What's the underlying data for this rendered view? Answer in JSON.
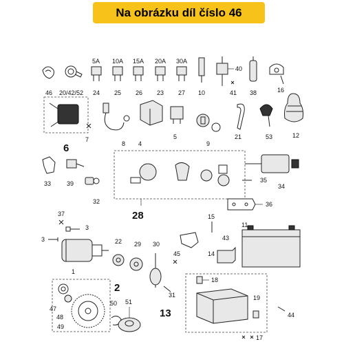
{
  "banner": {
    "title": "Na obrázku díl číslo 46",
    "color": "#f7c21a"
  },
  "fuses": {
    "f24": "5A",
    "f25": "10A",
    "f26": "15A",
    "f23": "20A",
    "f27": "30A"
  },
  "labels": {
    "p46": "46",
    "p20": "20/42/52",
    "p24": "24",
    "p25": "25",
    "p26": "26",
    "p23": "23",
    "p27": "27",
    "p10": "10",
    "p40": "40",
    "p41": "41",
    "p38": "38",
    "p16": "16",
    "p6": "6",
    "p7": "7",
    "p8": "8",
    "p4": "4",
    "p5": "5",
    "p9": "9",
    "p21": "21",
    "p53": "53",
    "p12": "12",
    "p33": "33",
    "p39": "39",
    "p32": "32",
    "p35": "35",
    "p34": "34",
    "p28": "28",
    "p36": "36",
    "p37": "37",
    "p3a": "3",
    "p3b": "3",
    "p1": "1",
    "p2": "2",
    "p22": "22",
    "p29": "29",
    "p30": "30",
    "p15": "15",
    "p43": "43",
    "p11": "11",
    "p45": "45",
    "p14": "14",
    "p47": "47",
    "p48": "48",
    "p49": "49",
    "p50": "50",
    "p51": "51",
    "p31": "31",
    "p13": "13",
    "p18": "18",
    "p19": "19",
    "p44": "44",
    "p17": "17"
  }
}
